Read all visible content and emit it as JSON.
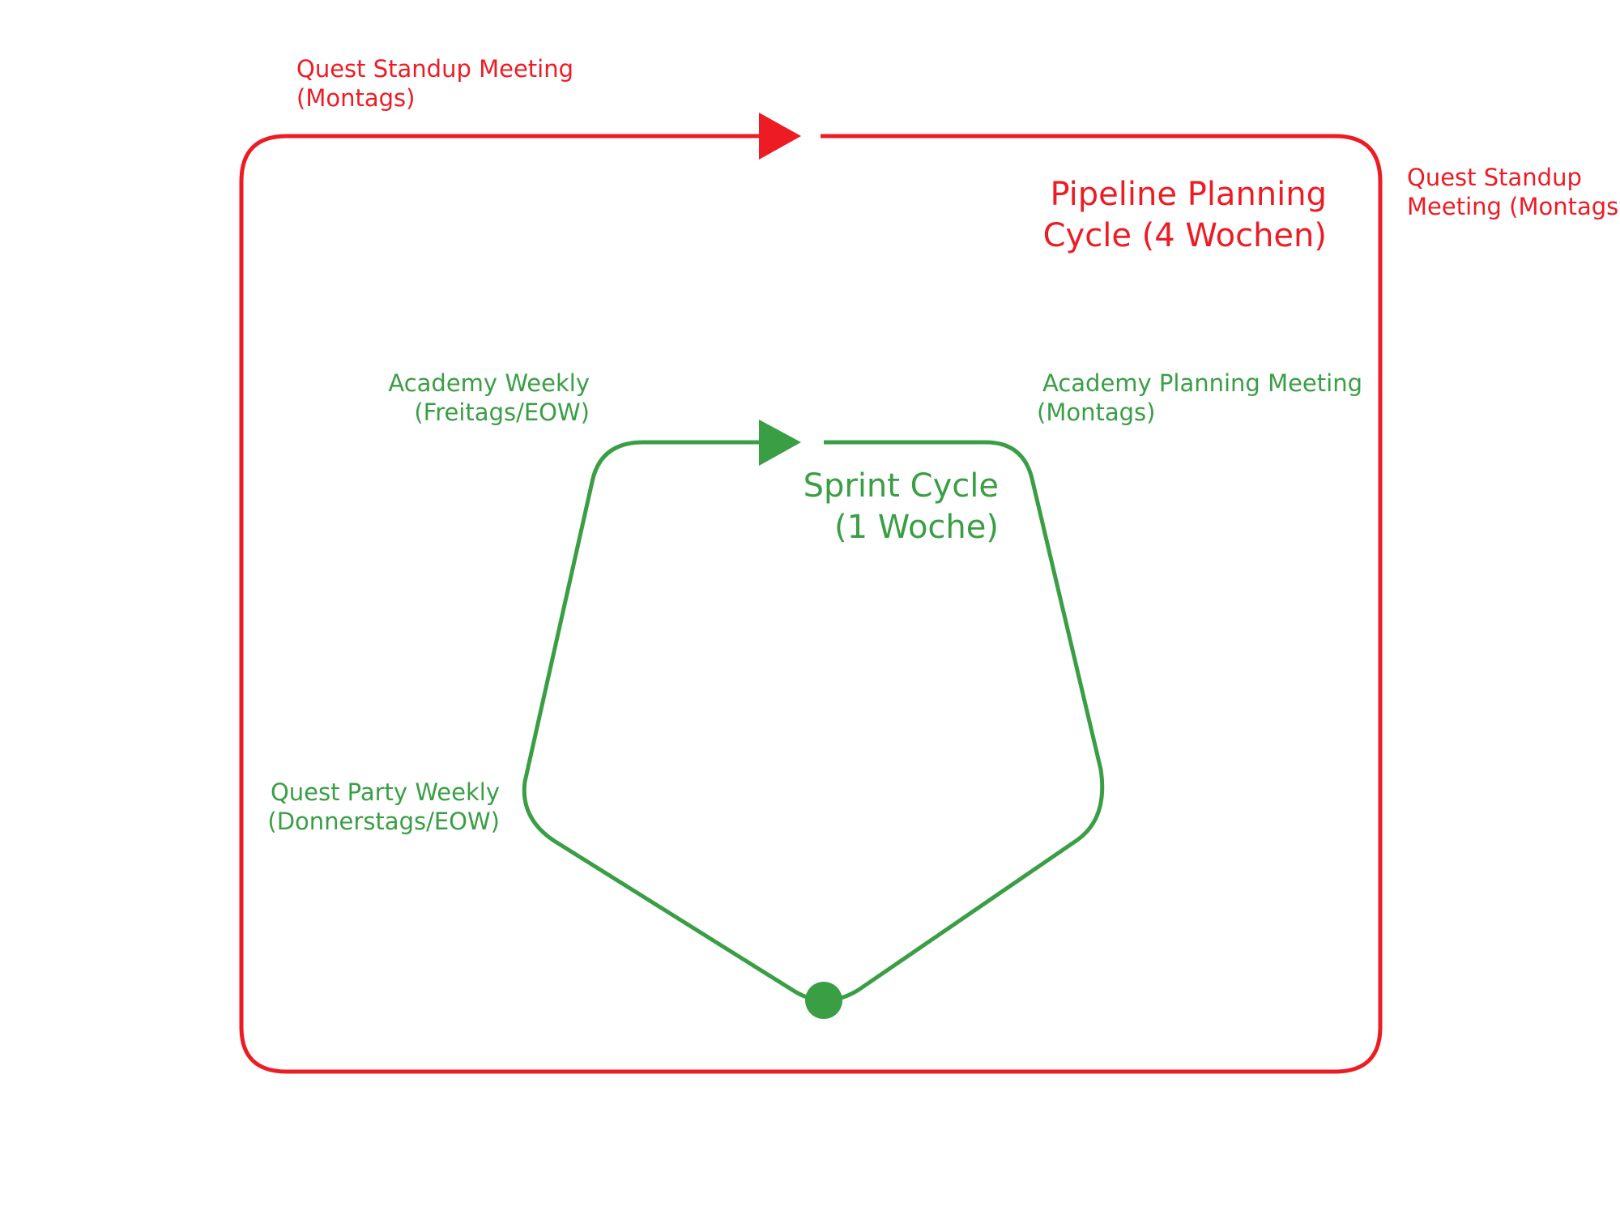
{
  "colors": {
    "outer_cycle": "#ed1c24",
    "inner_cycle": "#3a9e45"
  },
  "outer_cycle": {
    "title_line1": "Pipeline Planning",
    "title_line2": "Cycle (4 Wochen)",
    "start_label_line1": "Quest Standup Meeting",
    "start_label_line2": "(Montags)",
    "right_label_line1": "Quest Standup",
    "right_label_line2": "Meeting (Montags)"
  },
  "inner_cycle": {
    "title_line1": "Sprint Cycle",
    "title_line2": "(1 Woche)",
    "academy_weekly_line1": "Academy Weekly",
    "academy_weekly_line2": "(Freitags/EOW)",
    "academy_planning_line1": "Academy Planning Meeting",
    "academy_planning_line2": "(Montags)",
    "quest_party_line1": "Quest Party Weekly",
    "quest_party_line2": "(Donnerstags/EOW)"
  }
}
